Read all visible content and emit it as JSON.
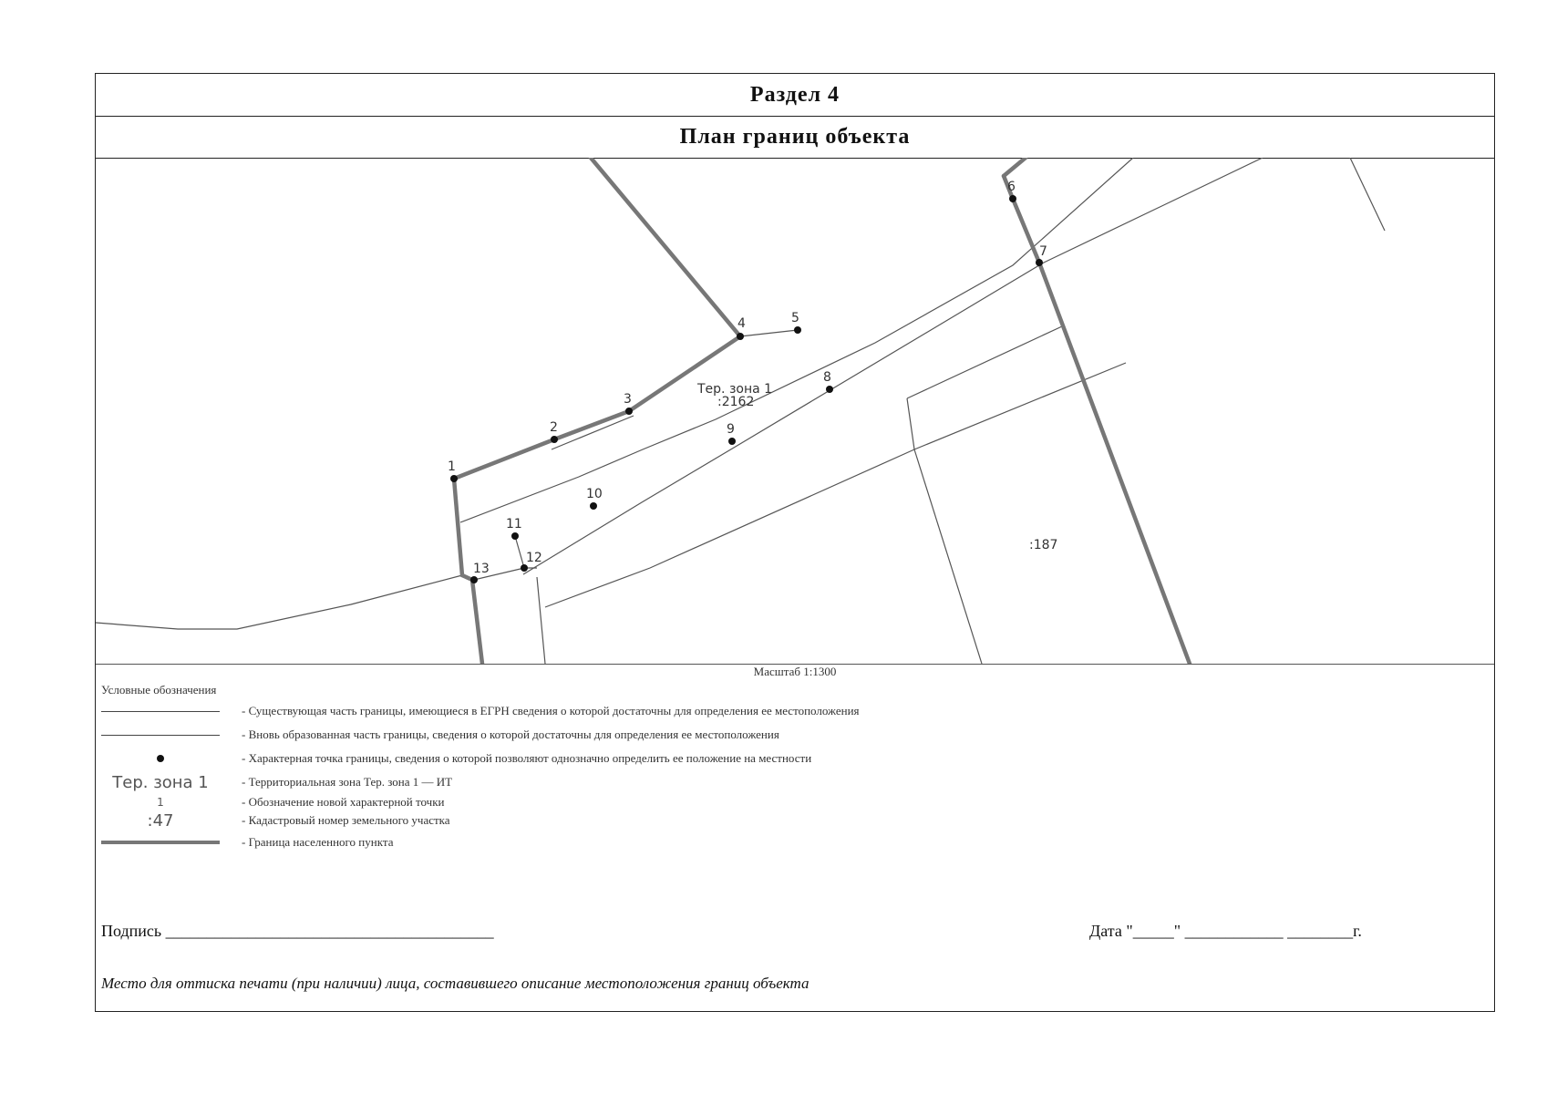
{
  "section": "Раздел 4",
  "title": "План границ объекта",
  "map": {
    "points": [
      "1",
      "2",
      "3",
      "4",
      "5",
      "6",
      "7",
      "8",
      "9",
      "10",
      "11",
      "12",
      "13"
    ],
    "zone_label": "Тер. зона 1",
    "cad_main": ":2162",
    "cad_other": ":187"
  },
  "scale": "Масштаб 1:1300",
  "legend": {
    "title": "Условные обозначения",
    "items": [
      "- Существующая часть границы, имеющиеся в ЕГРН сведения о которой достаточны для определения ее местоположения",
      "- Вновь образованная часть границы, сведения о которой достаточны для определения ее местоположения",
      "- Характерная точка границы, сведения о которой позволяют однозначно определить ее положение на местности",
      "- Территориальная зона Тер. зона 1 — ИТ",
      "- Обозначение новой характерной точки",
      "- Кадастровый номер земельного участка",
      "- Граница населенного пункта"
    ],
    "sym_zone": "Тер. зона 1",
    "sym_point": "1",
    "sym_cad": ":47"
  },
  "signature": "Подпись ________________________________________",
  "date": "Дата \"_____\" ____________ ________г.",
  "seal_note": "Место для оттиска печати (при наличии) лица, составившего описание местоположения границ объекта"
}
